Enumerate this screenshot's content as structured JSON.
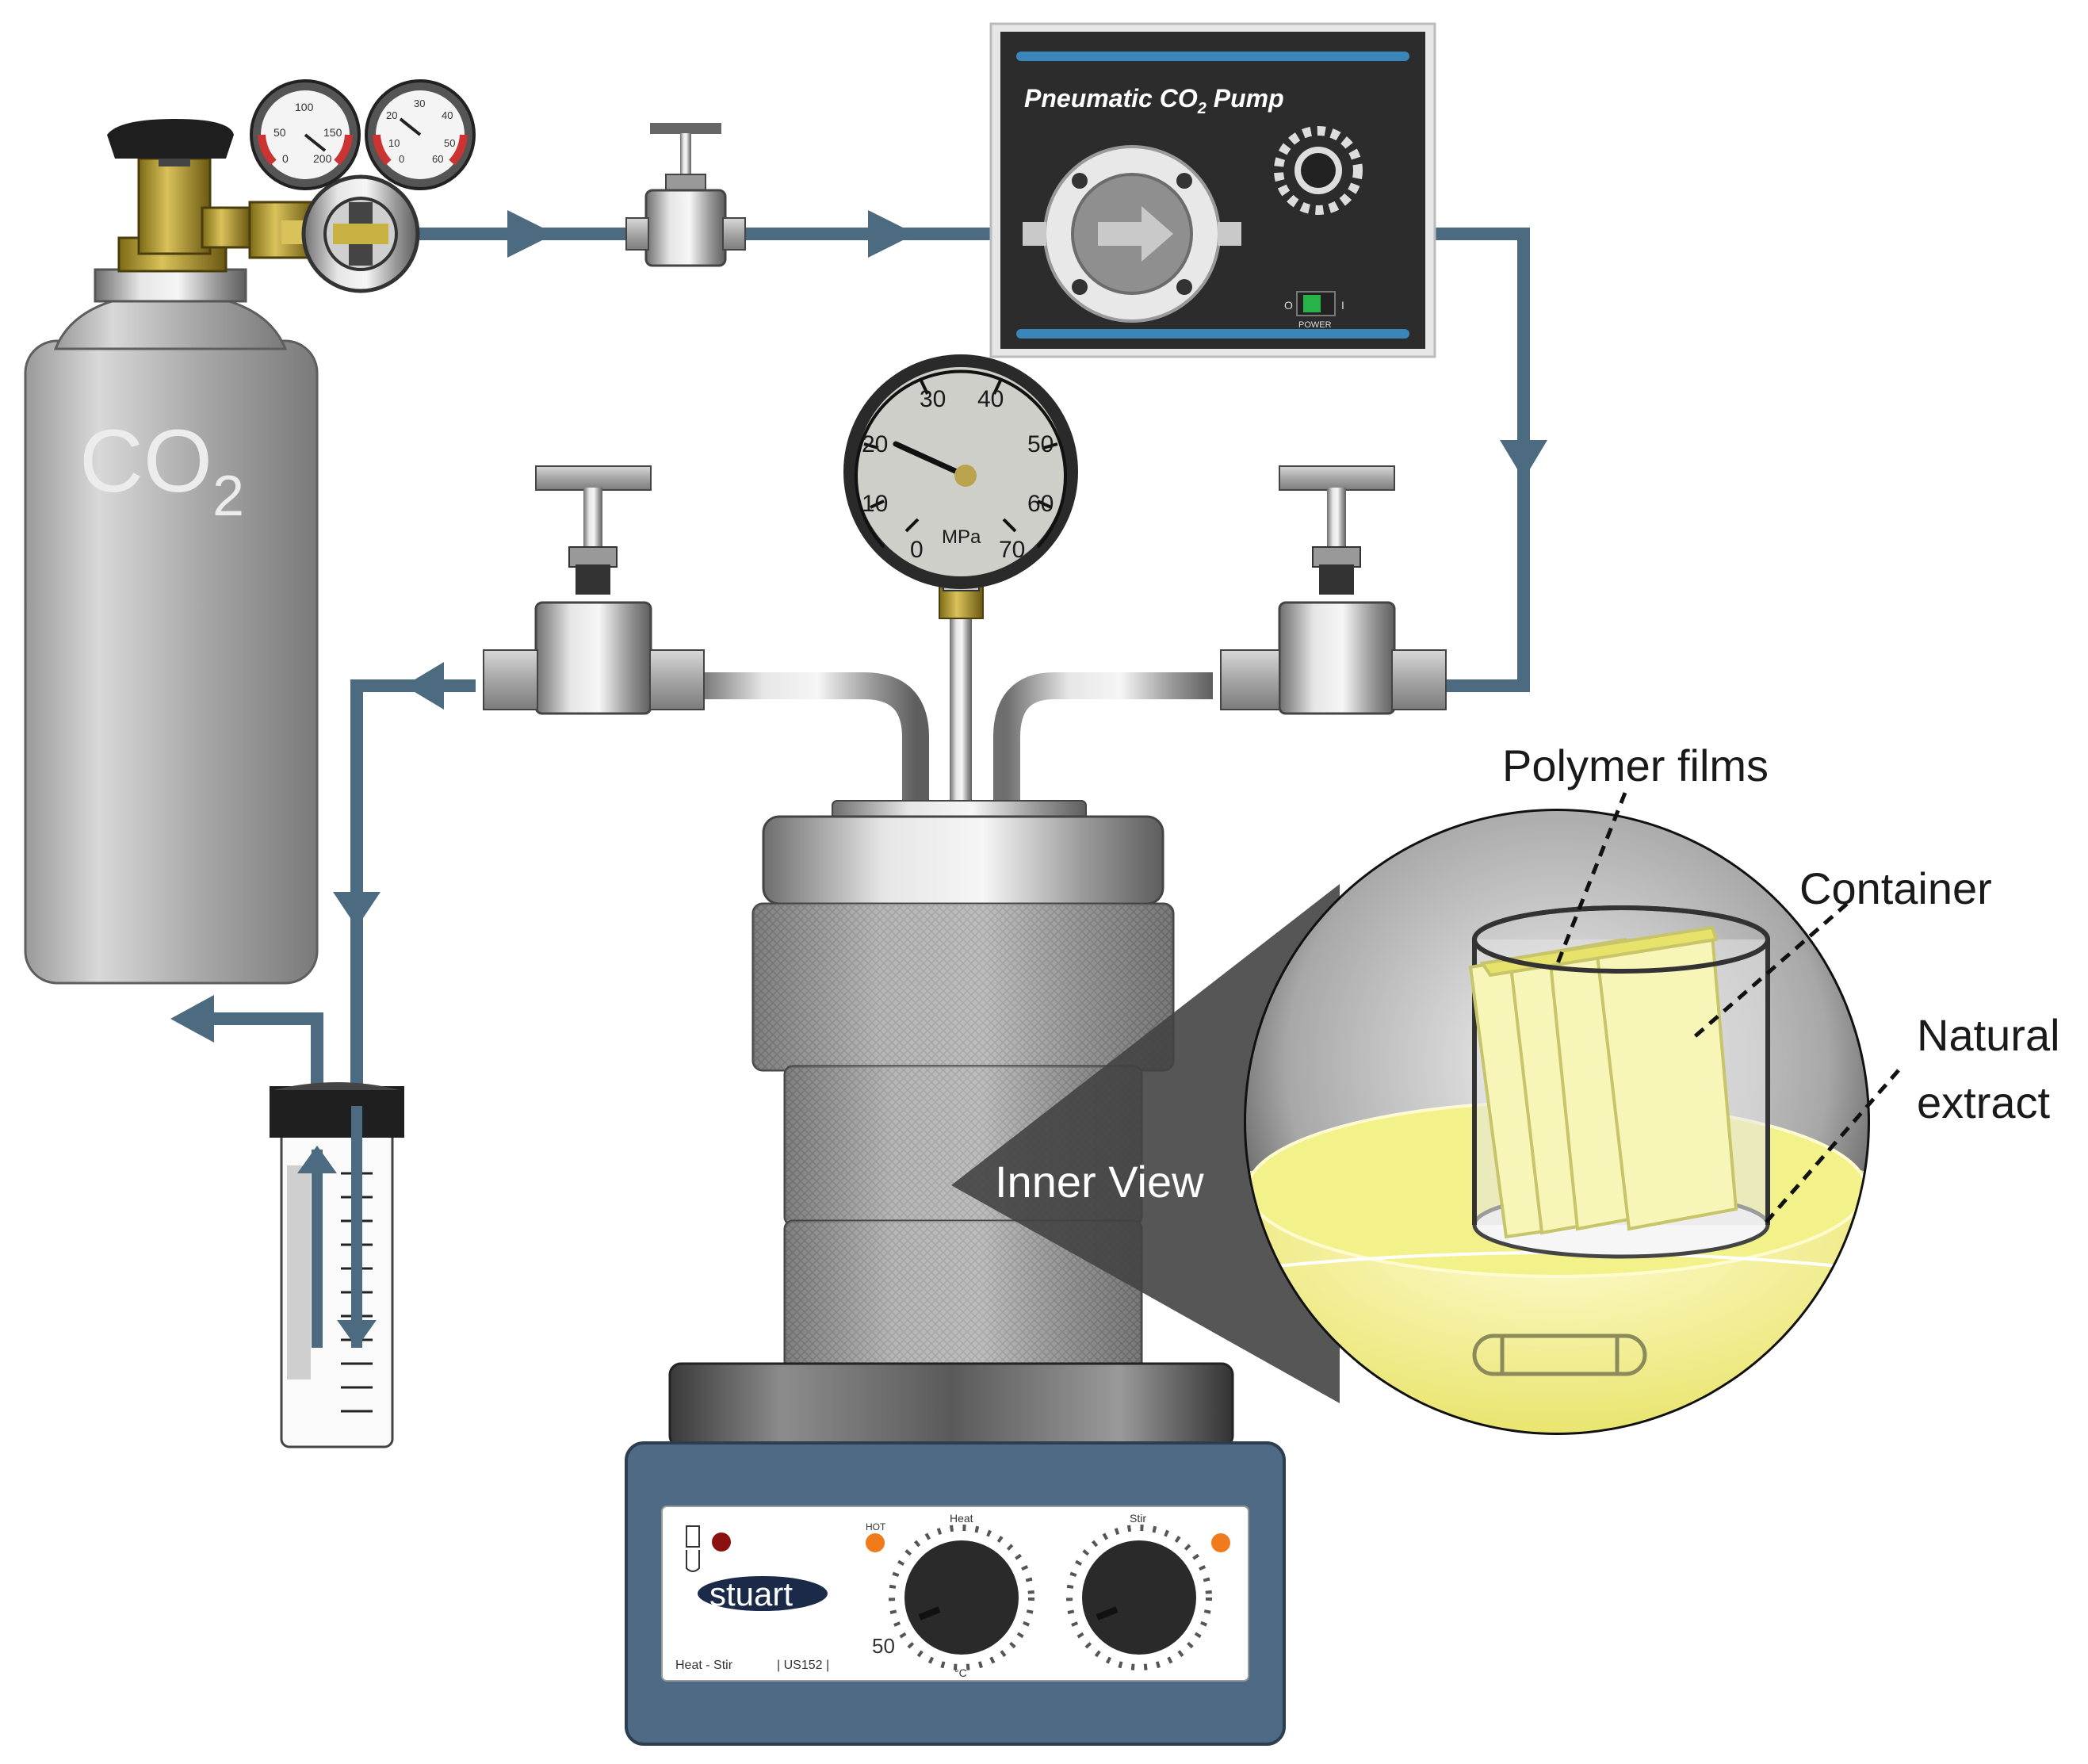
{
  "cylinder": {
    "label_main": "CO",
    "label_sub": "2"
  },
  "regulator": {
    "gauge_left_ticks": [
      "100",
      "50",
      "150",
      "0",
      "200"
    ],
    "gauge_right_ticks": [
      "20",
      "30",
      "40",
      "10",
      "50",
      "0",
      "60"
    ]
  },
  "pump": {
    "title_main": "Pneumatic CO",
    "title_sub": "2",
    "title_end": " Pump",
    "switch_off": "O",
    "switch_on": "I",
    "switch_label": "POWER"
  },
  "pressure_gauge": {
    "ticks": [
      "0",
      "10",
      "20",
      "30",
      "40",
      "50",
      "60",
      "70"
    ],
    "unit": "MPa",
    "needle_value": 20
  },
  "callout": {
    "inner_view": "Inner View"
  },
  "annotations": {
    "polymer_films": "Polymer films",
    "container": "Container",
    "natural_extract_1": "Natural",
    "natural_extract_2": "extract"
  },
  "stirrer": {
    "brand": "stuart",
    "model_left": "Heat - Stir",
    "model_right": "| US152 |",
    "heat_label": "Heat",
    "stir_label": "Stir",
    "hot_label": "HOT",
    "dial_mark": "50",
    "unit": "°C"
  },
  "colors": {
    "line": "#4d6b80",
    "housing": "#4f6a84",
    "extract": "#f4f38a"
  }
}
